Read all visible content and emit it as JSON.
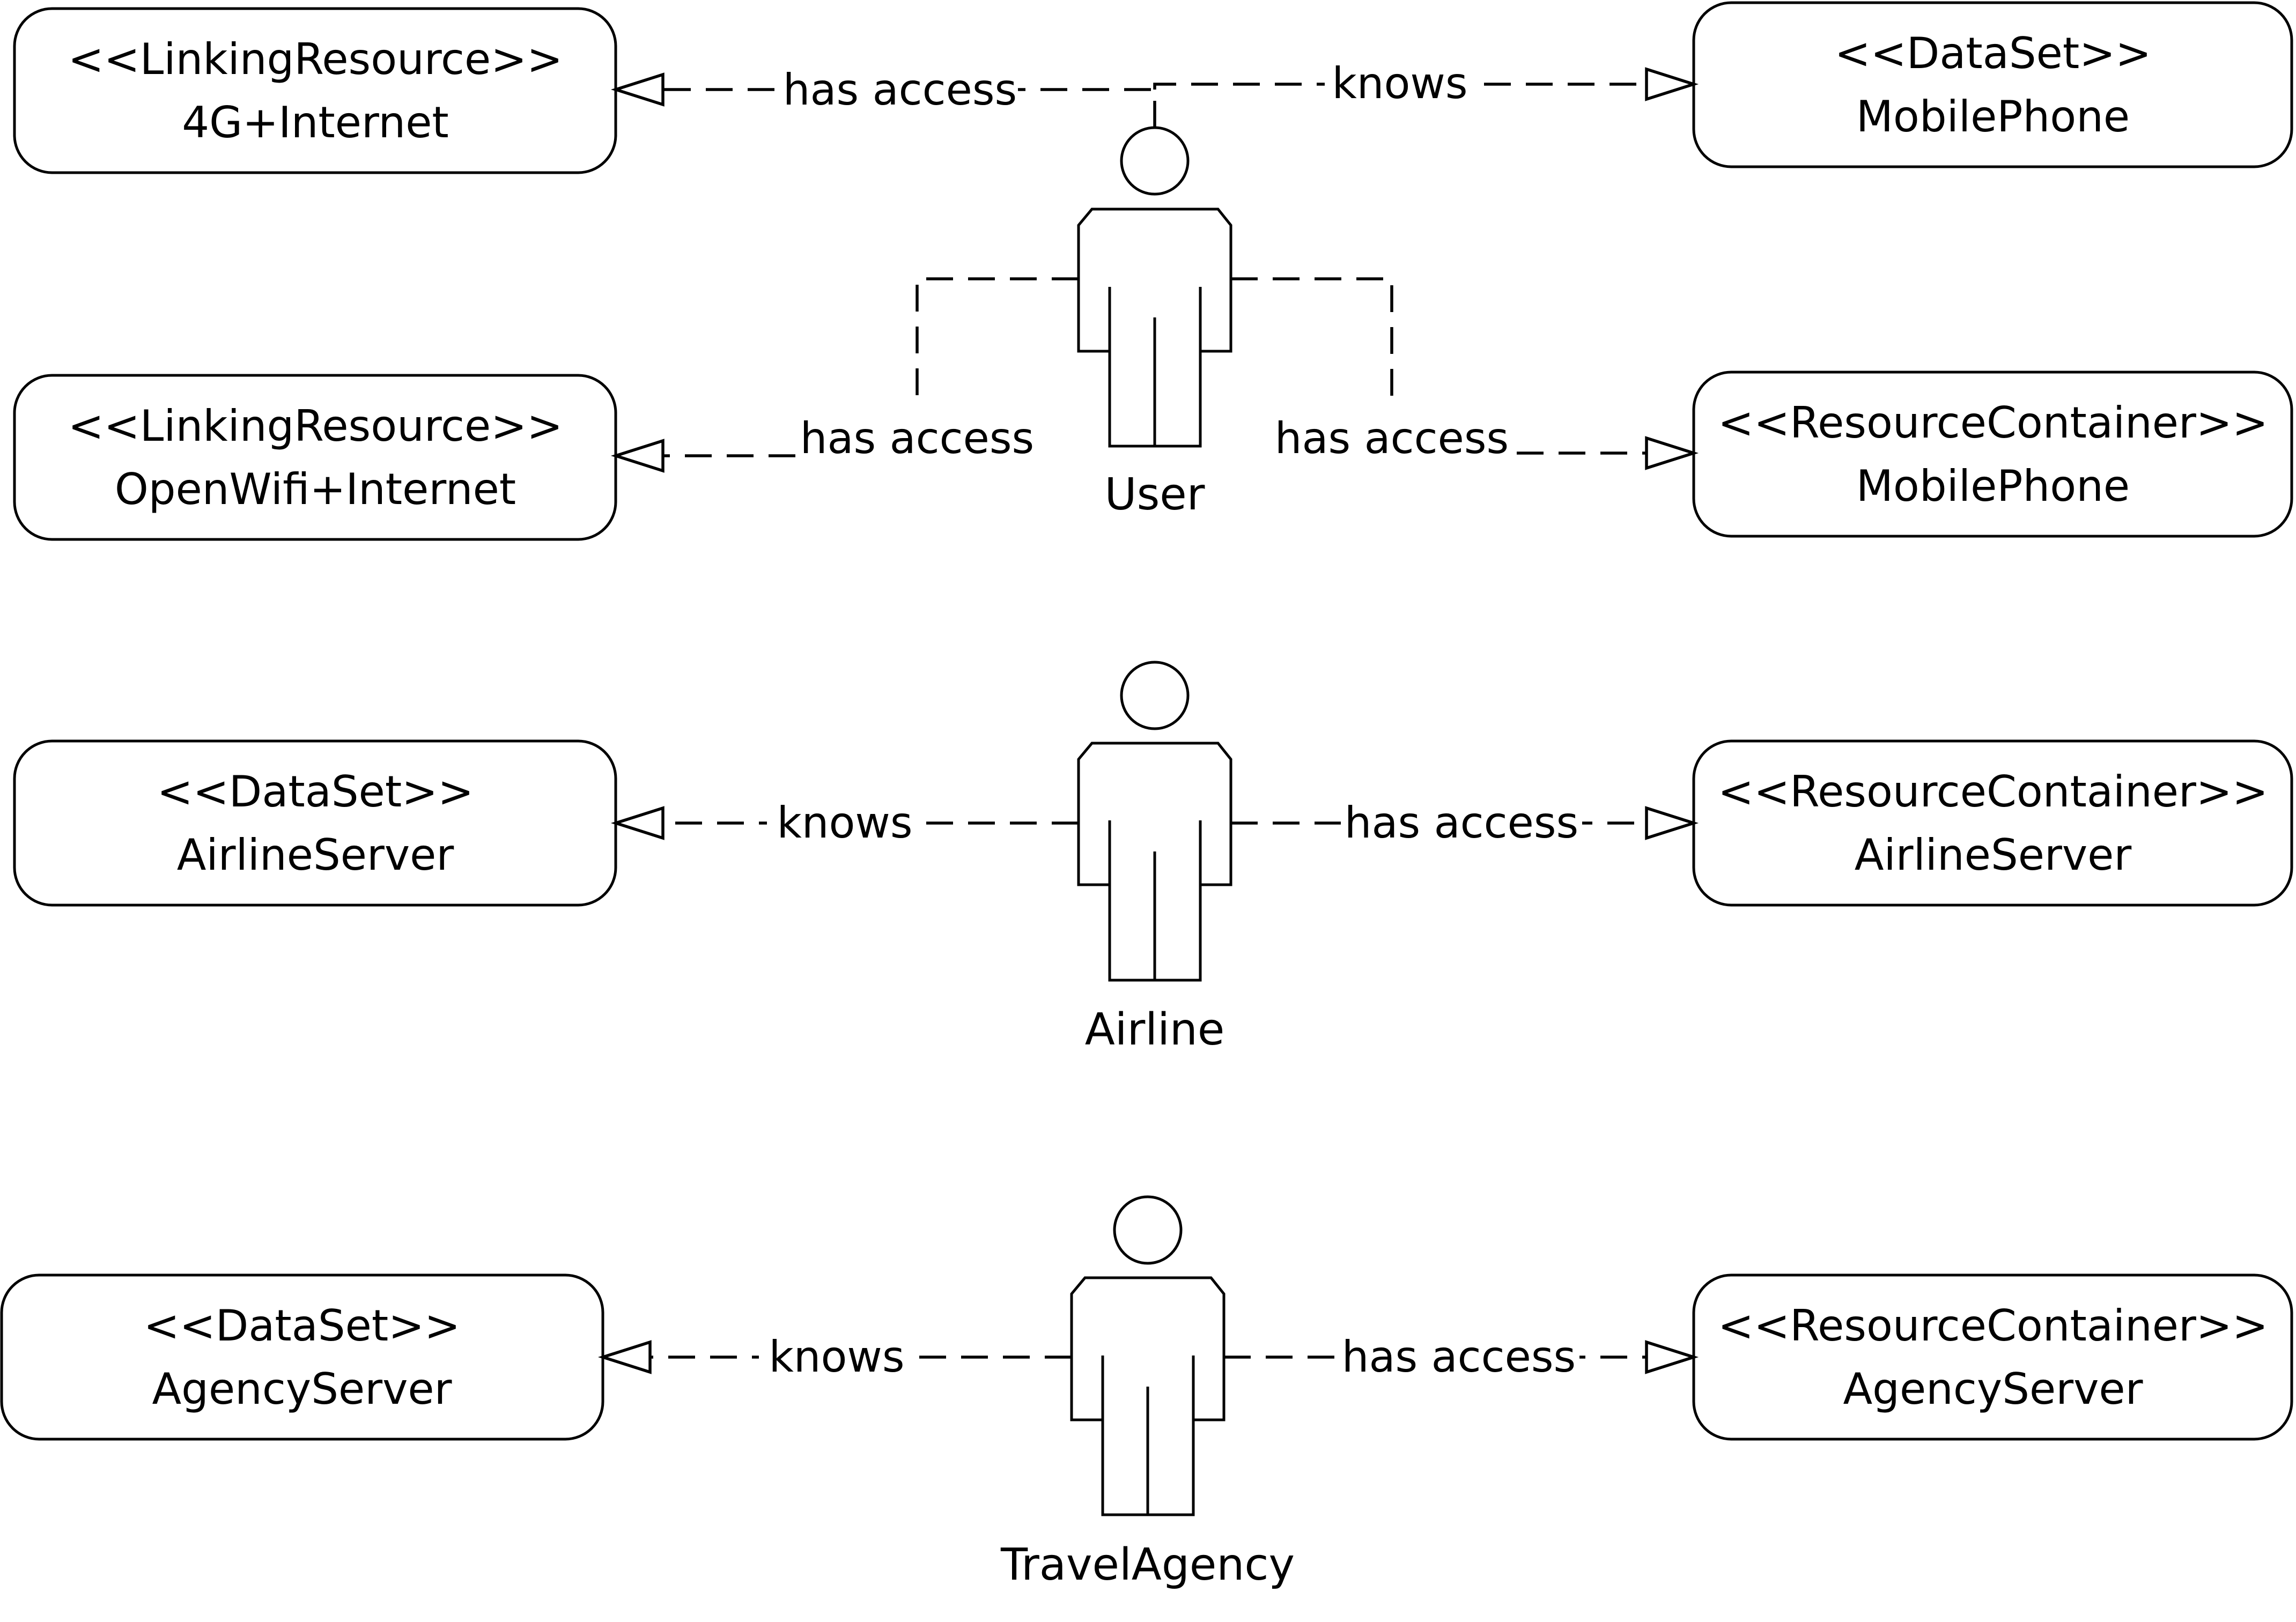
{
  "nodes": {
    "lr_4g": {
      "stereotype": "<<LinkingResource>>",
      "name": "4G+Internet"
    },
    "lr_wifi": {
      "stereotype": "<<LinkingResource>>",
      "name": "OpenWifi+Internet"
    },
    "ds_mobile": {
      "stereotype": "<<DataSet>>",
      "name": "MobilePhone"
    },
    "rc_mobile": {
      "stereotype": "<<ResourceContainer>>",
      "name": "MobilePhone"
    },
    "ds_airline": {
      "stereotype": "<<DataSet>>",
      "name": "AirlineServer"
    },
    "rc_airline": {
      "stereotype": "<<ResourceContainer>>",
      "name": "AirlineServer"
    },
    "ds_agency": {
      "stereotype": "<<DataSet>>",
      "name": "AgencyServer"
    },
    "rc_agency": {
      "stereotype": "<<ResourceContainer>>",
      "name": "AgencyServer"
    }
  },
  "actors": {
    "user": "User",
    "airline": "Airline",
    "travel_agency": "TravelAgency"
  },
  "edges": {
    "user_4g": "has access",
    "user_ds_mobile": "knows",
    "user_wifi": "has access",
    "user_rc_mobile": "has access",
    "airline_ds": "knows",
    "airline_rc": "has access",
    "agency_ds": "knows",
    "agency_rc": "has access"
  }
}
